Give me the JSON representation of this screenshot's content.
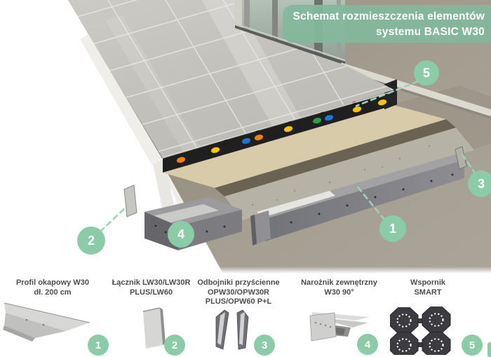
{
  "banner": {
    "title_line1": "Schemat rozmieszczenia elementów",
    "title_line2": "systemu BASIC W30",
    "bg_color": "#85B89C"
  },
  "colors": {
    "accent_mint": "#8BCBA7",
    "wall": "#A29B8E",
    "tile": "#C8C6C1",
    "edge_strip": "#1F1F1F",
    "insulation_beige": "#D7CBAA",
    "concrete": "#B6B2A5",
    "pedestal_dot_orange": "#F08019",
    "pedestal_dot_yellow": "#F3C50D",
    "pedestal_dot_blue": "#2277CC",
    "pedestal_dot_green": "#27A24B"
  },
  "scene": {
    "callouts": [
      {
        "number": "1"
      },
      {
        "number": "2"
      },
      {
        "number": "3"
      },
      {
        "number": "4"
      },
      {
        "number": "5"
      }
    ]
  },
  "products": [
    {
      "number": "1",
      "name_line1": "Profil okapowy W30",
      "name_line2": "dł. 200 cm"
    },
    {
      "number": "2",
      "name_line1": "Łącznik LW30/LW30R",
      "name_line2": "PLUS/LW60"
    },
    {
      "number": "3",
      "name_line1": "Odbojniki przyścienne",
      "name_line2": "OPW30/OPW30R",
      "name_line3": "PLUS/OPW60 P+L"
    },
    {
      "number": "4",
      "name_line1": "Narożnik zewnętrzny",
      "name_line2": "W30 90°"
    },
    {
      "number": "5",
      "name_line1": "Wspornik",
      "name_2": "",
      "name_line2": "SMART"
    }
  ]
}
